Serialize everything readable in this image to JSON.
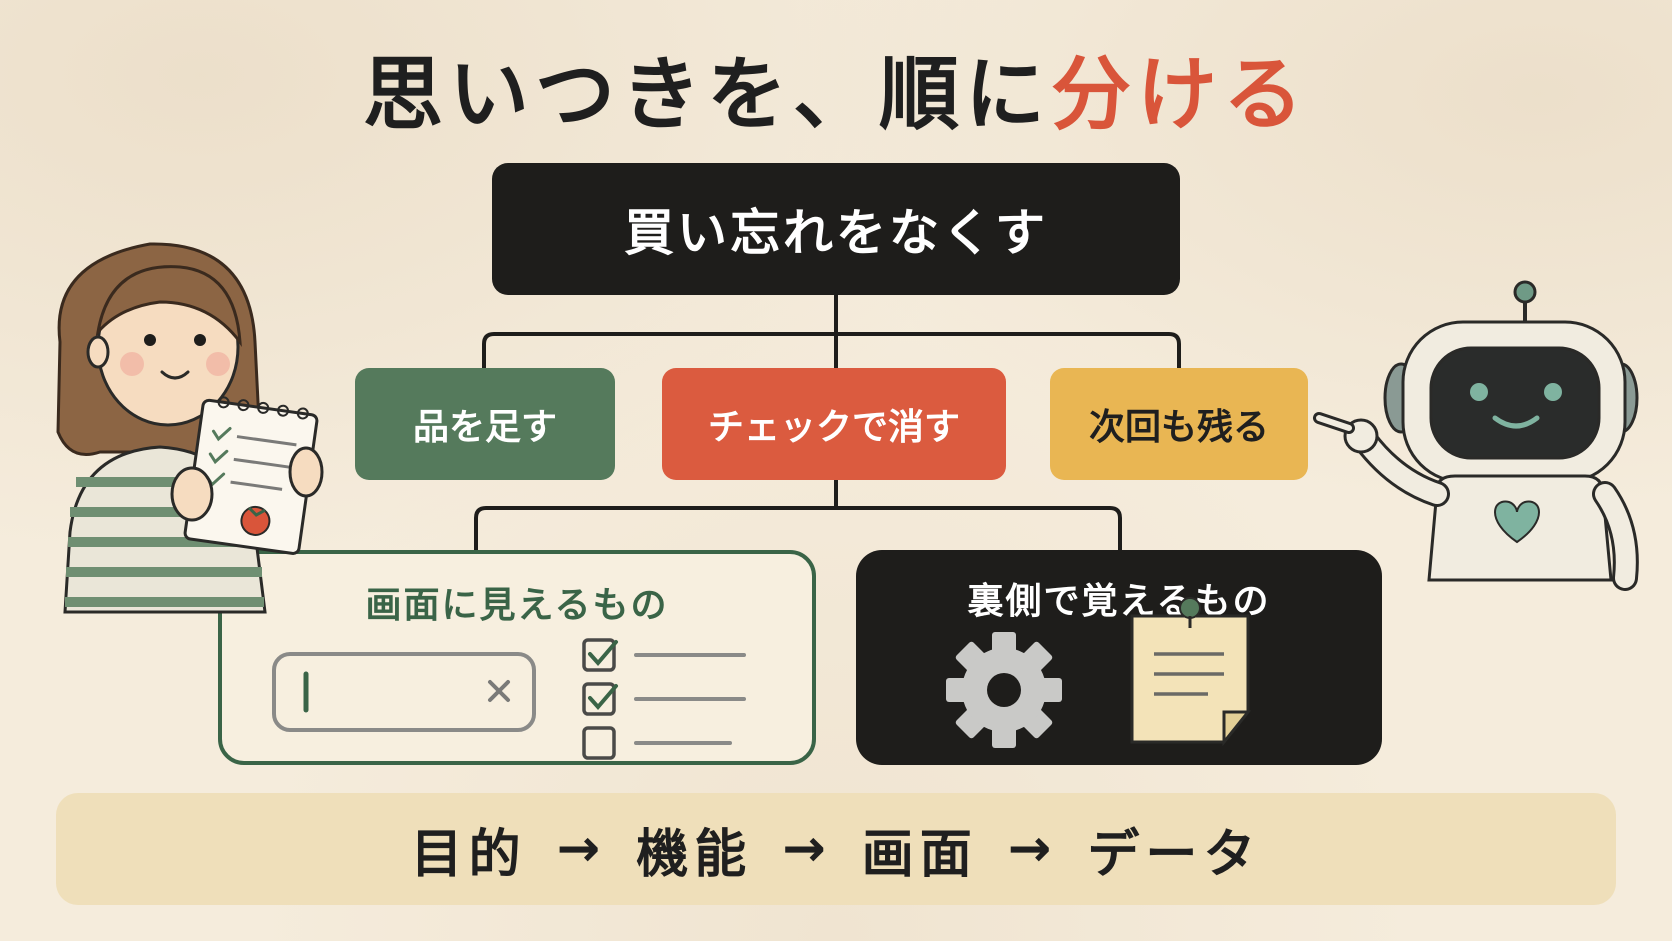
{
  "title": {
    "main": "思いつきを、順に",
    "highlight": "分ける"
  },
  "root": {
    "label": "買い忘れをなくす"
  },
  "features": [
    {
      "label": "品を足す",
      "color": "#557a5c"
    },
    {
      "label": "チェックで消す",
      "color": "#db5b3f"
    },
    {
      "label": "次回も残る",
      "color": "#e9b653"
    }
  ],
  "panels": {
    "visible": {
      "title": "画面に見えるもの"
    },
    "hidden": {
      "title": "裏側で覚えるもの"
    }
  },
  "flow": {
    "steps": [
      "目的",
      "機能",
      "画面",
      "データ"
    ],
    "arrow": "→"
  },
  "colors": {
    "accent": "#d9553a",
    "dark": "#1e1d1b",
    "green": "#3a6447",
    "yellow": "#e9b653"
  }
}
